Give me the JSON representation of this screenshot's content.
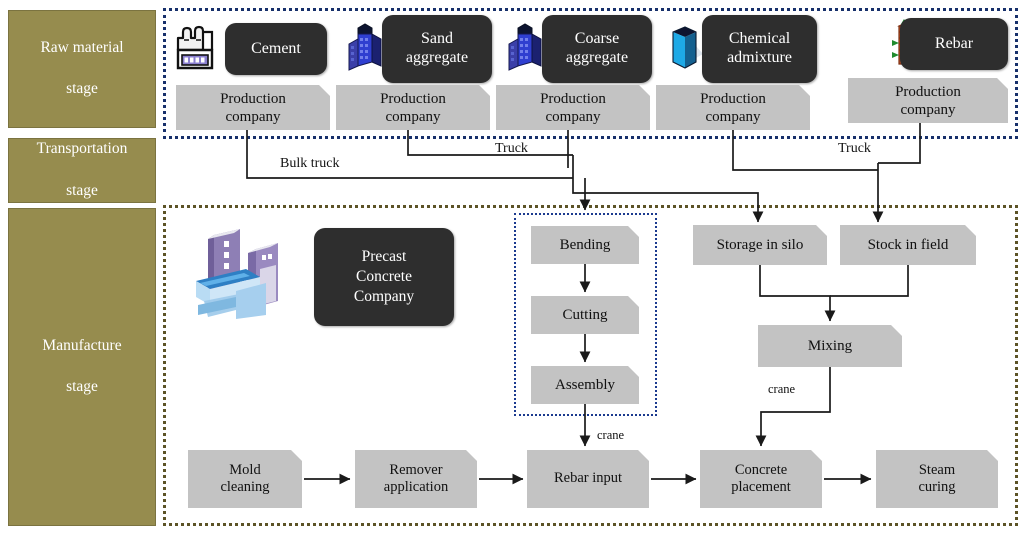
{
  "diagram": {
    "title": "Precast concrete production process flow",
    "colors": {
      "stage_bar_fill": "#968c4e",
      "stage_bar_border": "#7b7340",
      "dark_box_fill": "#2e2e2e",
      "gray_box_fill": "#c3c3c3",
      "raw_border": "#17306b",
      "manufacture_border": "#5c5326",
      "rebar_group_border": "#1b3a8f",
      "wire": "#1a1a1a"
    }
  },
  "stages": [
    {
      "id": "raw",
      "label": "Raw material\nstage",
      "line1": "Raw material",
      "line2": "stage"
    },
    {
      "id": "transportation",
      "label": "Transportation\nstage",
      "line1": "Transportation",
      "line2": "stage"
    },
    {
      "id": "manufacture",
      "label": "Manufacture\nstage",
      "line1": "Manufacture",
      "line2": "stage"
    }
  ],
  "raw_material": {
    "materials": [
      {
        "id": "cement",
        "icon": "factory-icon",
        "line1": "Cement",
        "line2": "",
        "supplier_line1": "Production",
        "supplier_line2": "company"
      },
      {
        "id": "sand-aggregate",
        "icon": "blue-buildings-icon",
        "line1": "Sand",
        "line2": "aggregate",
        "supplier_line1": "Production",
        "supplier_line2": "company"
      },
      {
        "id": "coarse-aggregate",
        "icon": "blue-buildings-icon",
        "line1": "Coarse",
        "line2": "aggregate",
        "supplier_line1": "Production",
        "supplier_line2": "company"
      },
      {
        "id": "chemical-admixture",
        "icon": "cyan-prism-icon",
        "line1": "Chemical",
        "line2": "admixture",
        "supplier_line1": "Production",
        "supplier_line2": "company"
      },
      {
        "id": "rebar",
        "icon": "rebar-tower-icon",
        "line1": "Rebar",
        "line2": "",
        "supplier_line1": "Production",
        "supplier_line2": "company"
      }
    ]
  },
  "transportation": {
    "edges": [
      {
        "id": "bulk-truck",
        "label": "Bulk truck"
      },
      {
        "id": "truck-mid",
        "label": "Truck"
      },
      {
        "id": "truck-right",
        "label": "Truck"
      }
    ]
  },
  "manufacture": {
    "company": {
      "icon": "precast-plant-icon",
      "line1": "Precast",
      "line2": "Concrete",
      "line3": "Company"
    },
    "rebar_group": [
      {
        "id": "bending",
        "label": "Bending"
      },
      {
        "id": "cutting",
        "label": "Cutting"
      },
      {
        "id": "assembly",
        "label": "Assembly"
      }
    ],
    "storage": [
      {
        "id": "storage-in-silo",
        "label": "Storage in silo"
      },
      {
        "id": "stock-in-field",
        "label": "Stock in field"
      }
    ],
    "mixing": {
      "id": "mixing",
      "label": "Mixing"
    },
    "bottom_line": [
      {
        "id": "mold-cleaning",
        "line1": "Mold",
        "line2": "cleaning"
      },
      {
        "id": "remover-application",
        "line1": "Remover",
        "line2": "application"
      },
      {
        "id": "rebar-input",
        "line1": "Rebar input",
        "line2": ""
      },
      {
        "id": "concrete-placement",
        "line1": "Concrete",
        "line2": "placement"
      },
      {
        "id": "steam-curing",
        "line1": "Steam",
        "line2": "curing"
      }
    ],
    "crane_labels": [
      {
        "id": "crane-rebar",
        "label": "crane"
      },
      {
        "id": "crane-mixing",
        "label": "crane"
      }
    ]
  }
}
